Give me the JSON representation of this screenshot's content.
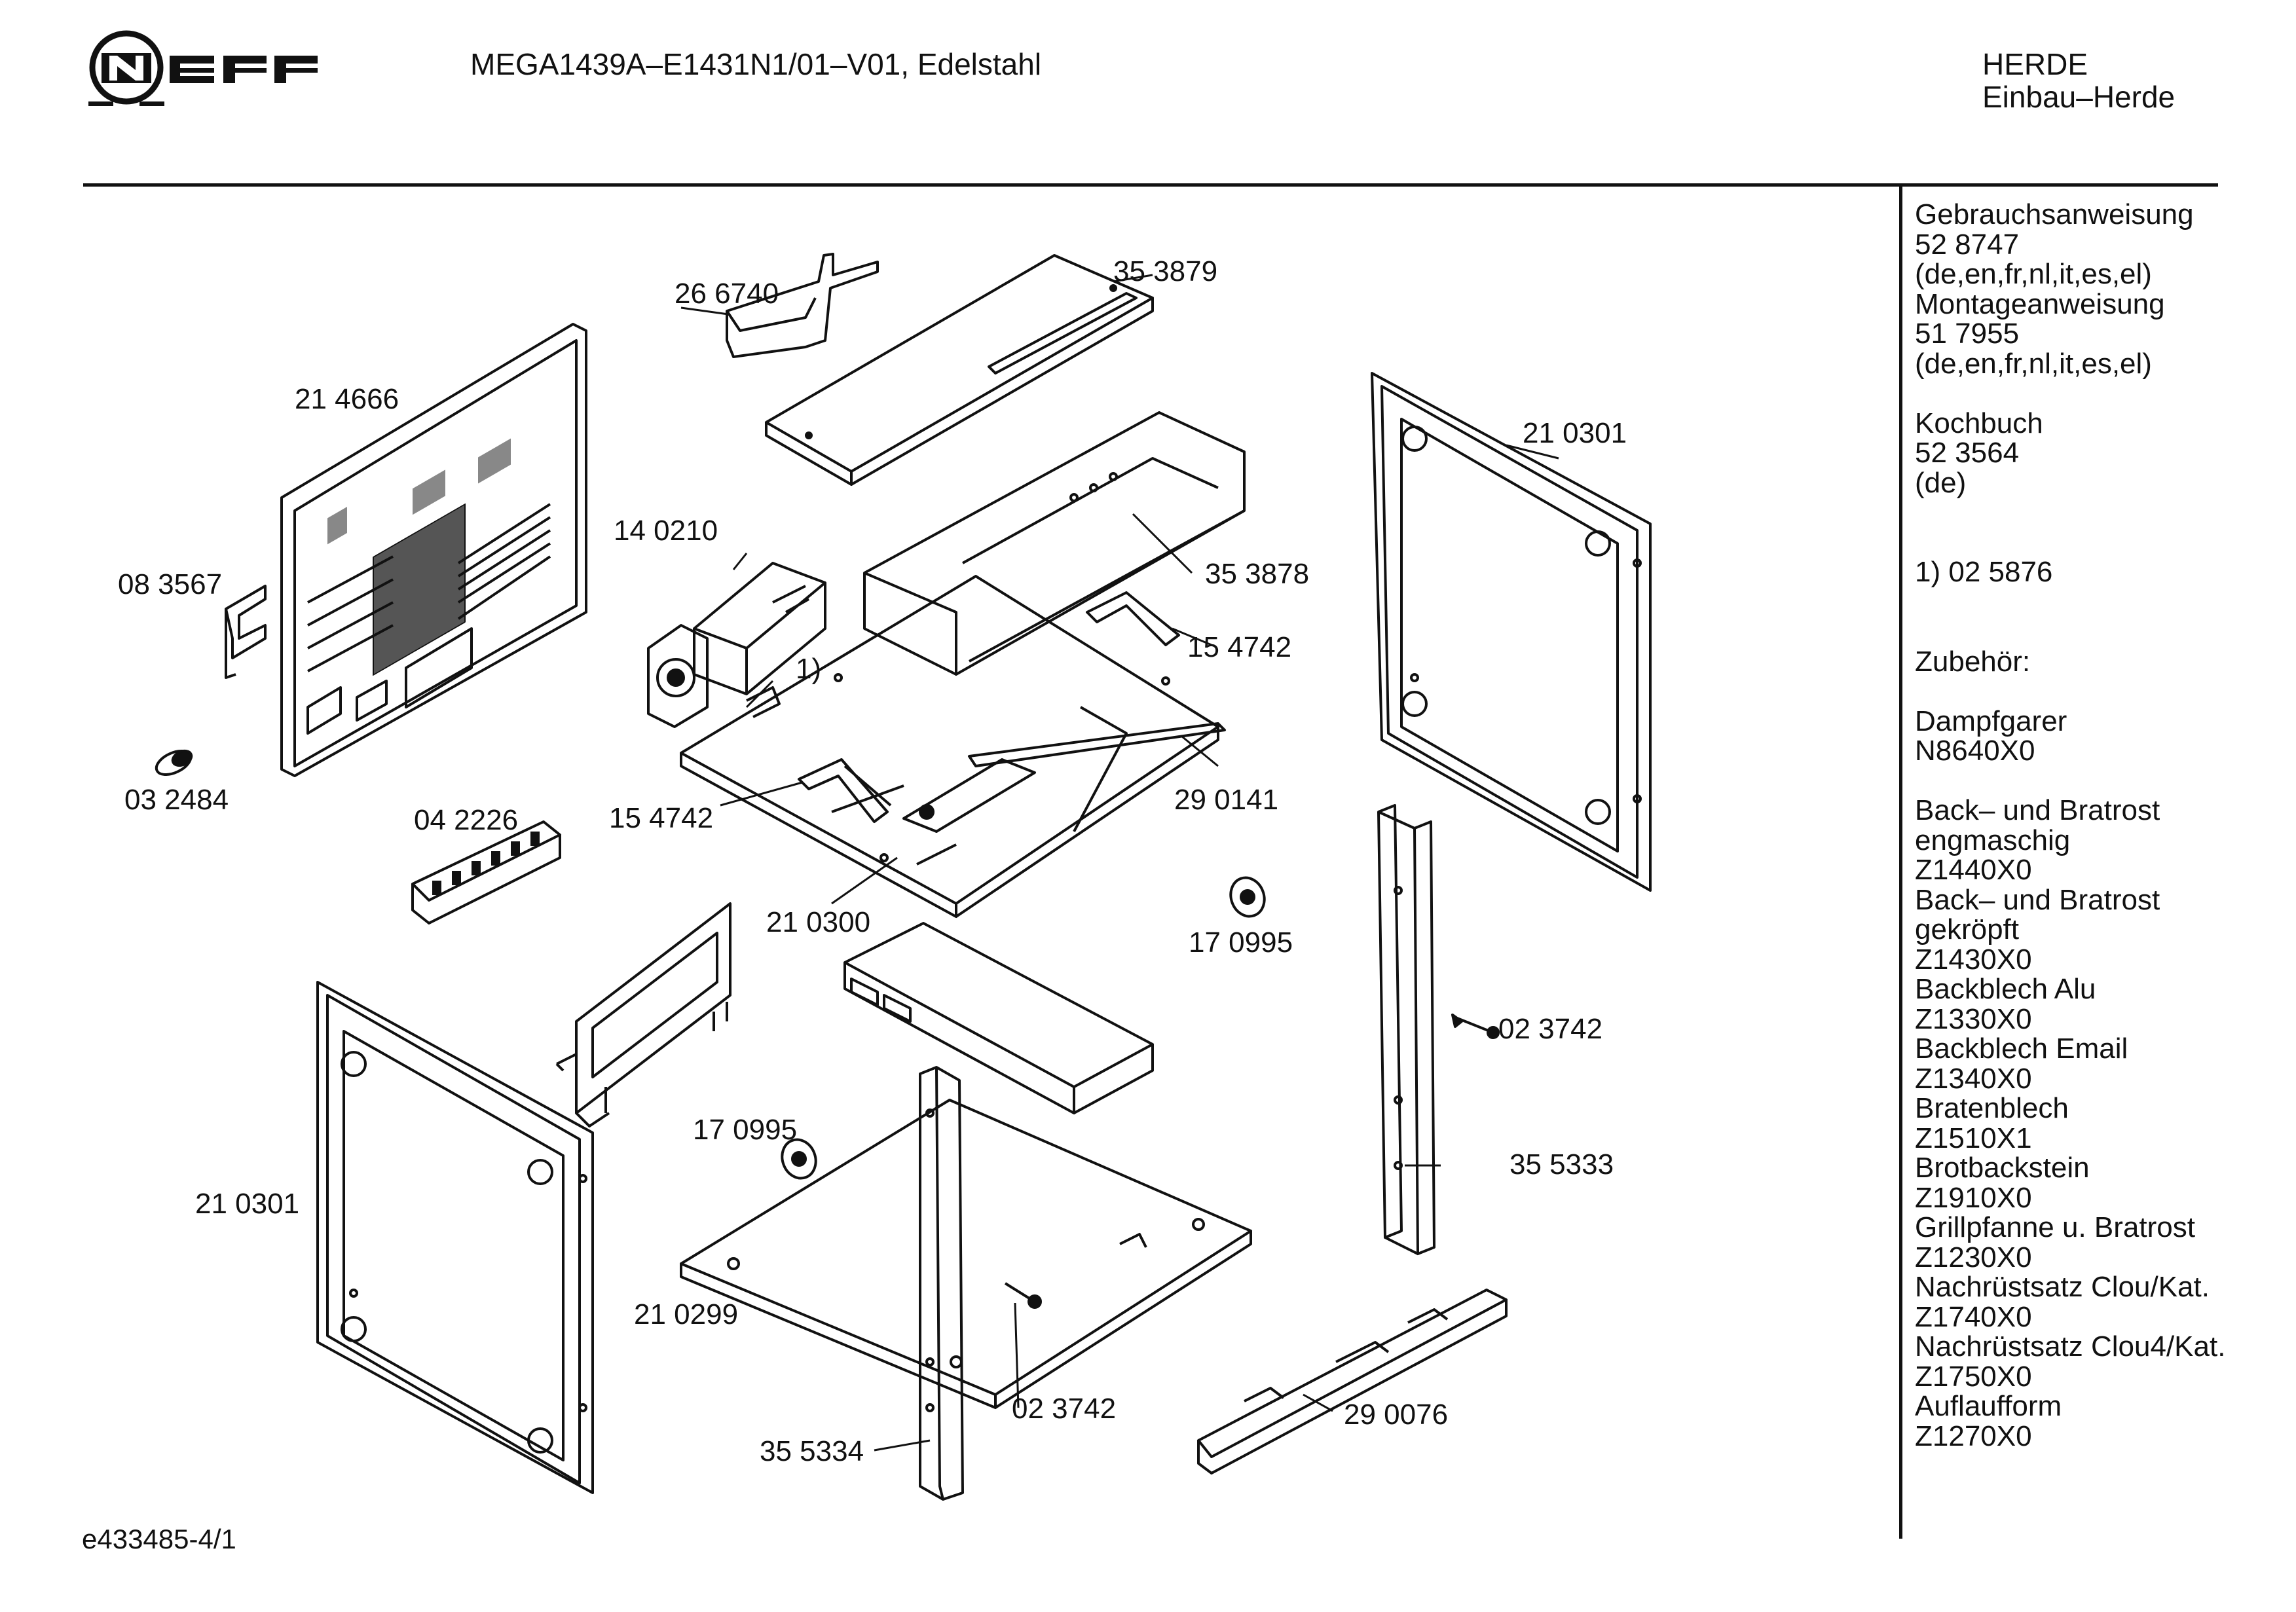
{
  "header": {
    "brand": "NEFF",
    "model": "MEGA1439A–E1431N1/01–V01, Edelstahl",
    "category": "HERDE",
    "subcategory": "Einbau–Herde"
  },
  "footer": {
    "doc_id": "e433485-4/1"
  },
  "part_labels": [
    "26 6740",
    "35 3879",
    "21 4666",
    "14 0210",
    "21 0301",
    "08 3567",
    "35 3878",
    "1)",
    "15 4742",
    "03 2484",
    "04 2226",
    "15 4742",
    "29 0141",
    "21 0300",
    "17 0995",
    "02 3742",
    "17 0995",
    "35 5333",
    "21 0301",
    "21 0299",
    "02 3742",
    "29 0076",
    "35 5334"
  ],
  "sidebar": {
    "lines": [
      "Gebrauchsanweisung",
      "52 8747",
      "(de,en,fr,nl,it,es,el)",
      "Montageanweisung",
      "51 7955",
      "(de,en,fr,nl,it,es,el)",
      "",
      "Kochbuch",
      "52 3564",
      "(de)",
      "",
      "",
      "1) 02 5876",
      "",
      "",
      "Zubehör:",
      "",
      "Dampfgarer",
      "N8640X0",
      "",
      "Back– und Bratrost",
      "engmaschig",
      "Z1440X0",
      "Back– und Bratrost",
      "gekröpft",
      "Z1430X0",
      "Backblech Alu",
      "Z1330X0",
      "Backblech Email",
      "Z1340X0",
      "Bratenblech",
      "Z1510X1",
      "Brotbackstein",
      "Z1910X0",
      "Grillpfanne u. Bratrost",
      "Z1230X0",
      "Nachrüstsatz Clou/Kat.",
      "Z1740X0",
      "Nachrüstsatz Clou4/Kat.",
      "Z1750X0",
      "Auflaufform",
      "Z1270X0"
    ]
  },
  "colors": {
    "ink": "#111111",
    "paper": "#ffffff"
  }
}
